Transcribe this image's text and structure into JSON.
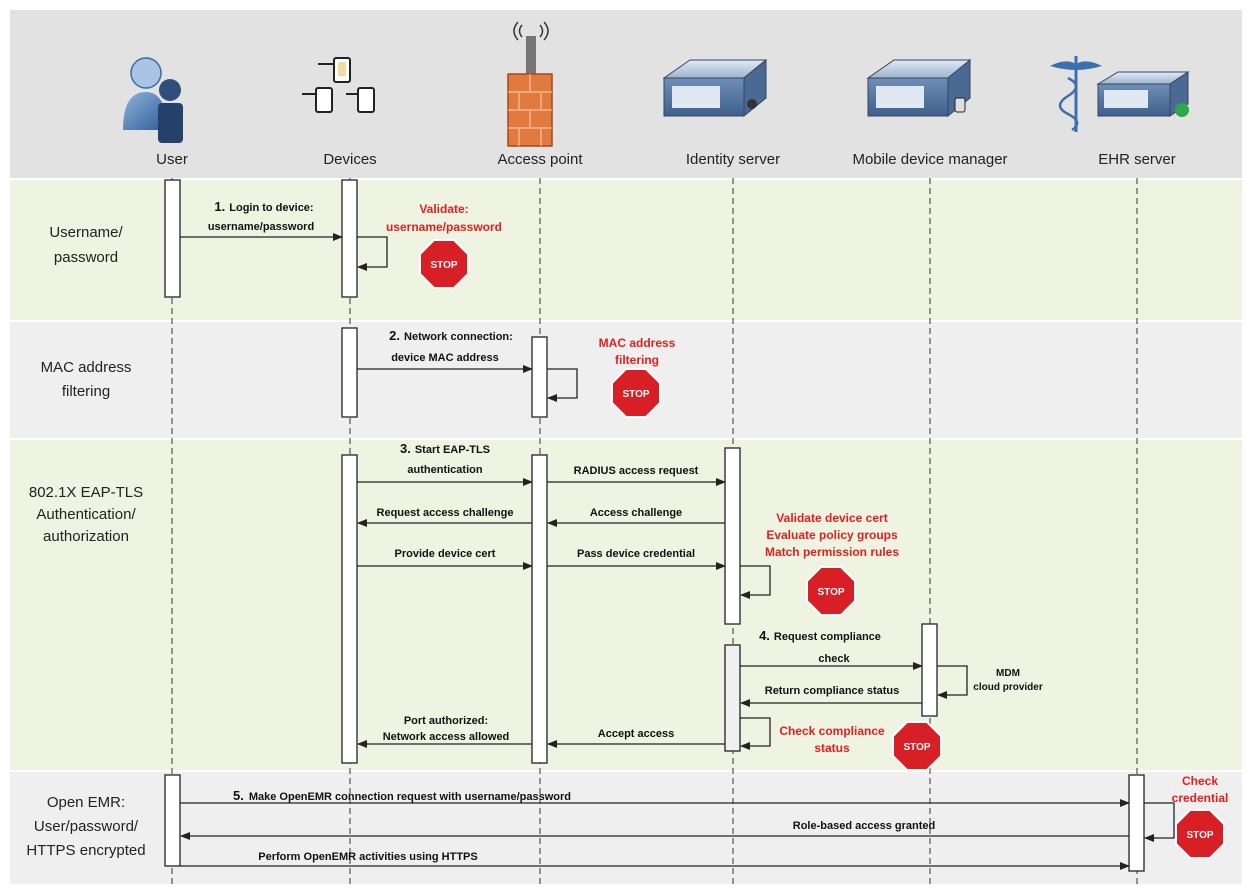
{
  "colors": {
    "header_band": "#e2e2e2",
    "phase_band_green": "#eef3e2",
    "phase_band_gray": "#efefef",
    "lifeline": "#333333",
    "activation_fill": "#ffffff",
    "note_red": "#e0201f",
    "stop_red": "#d81f26"
  },
  "actors": [
    {
      "name": "User",
      "icon": "user-icon"
    },
    {
      "name": "Devices",
      "icon": "devices-icon"
    },
    {
      "name": "Access point",
      "icon": "access-point-firewall-icon"
    },
    {
      "name": "Identity server",
      "icon": "server-icon"
    },
    {
      "name": "Mobile device manager",
      "icon": "mdm-server-icon"
    },
    {
      "name": "EHR server",
      "icon": "ehr-server-caduceus-icon"
    }
  ],
  "phases": [
    {
      "lines": [
        "Username/",
        "password"
      ]
    },
    {
      "lines": [
        "MAC address",
        "filtering"
      ]
    },
    {
      "lines": [
        "802.1X EAP-TLS",
        "Authentication/",
        "authorization"
      ]
    },
    {
      "lines": [
        "Open EMR:",
        "User/password/",
        "HTTPS encrypted"
      ]
    }
  ],
  "messages": {
    "step1": {
      "num": "1.",
      "line1": "Login to device:",
      "line2": "username/password"
    },
    "step2": {
      "num": "2.",
      "line1": "Network connection:",
      "line2": "device MAC address"
    },
    "step3": {
      "num": "3.",
      "line1": "Start EAP-TLS",
      "line2": "authentication"
    },
    "radius": "RADIUS access request",
    "req_challenge": "Request access challenge",
    "access_challenge": "Access challenge",
    "provide_cert": "Provide device cert",
    "pass_cred": "Pass device credential",
    "step4": {
      "num": "4.",
      "line1": "Request compliance",
      "line2": "check"
    },
    "return_status": "Return compliance status",
    "accept": "Accept access",
    "port_auth": {
      "line1": "Port authorized:",
      "line2": "Network access allowed"
    },
    "step5": {
      "num": "5.",
      "text": "Make OpenEMR connection request with username/password"
    },
    "role_access": "Role-based access granted",
    "https": "Perform OpenEMR activities using HTTPS"
  },
  "notes": {
    "validate_user": [
      "Validate:",
      "username/password"
    ],
    "mac_filter": [
      "MAC address",
      "filtering"
    ],
    "identity_checks": [
      "Validate device cert",
      "Evaluate policy groups",
      "Match permission rules"
    ],
    "mdm": [
      "MDM",
      "cloud provider"
    ],
    "check_compliance": [
      "Check compliance",
      "status"
    ],
    "check_cred": [
      "Check",
      "credential"
    ]
  },
  "stop_label": "STOP"
}
